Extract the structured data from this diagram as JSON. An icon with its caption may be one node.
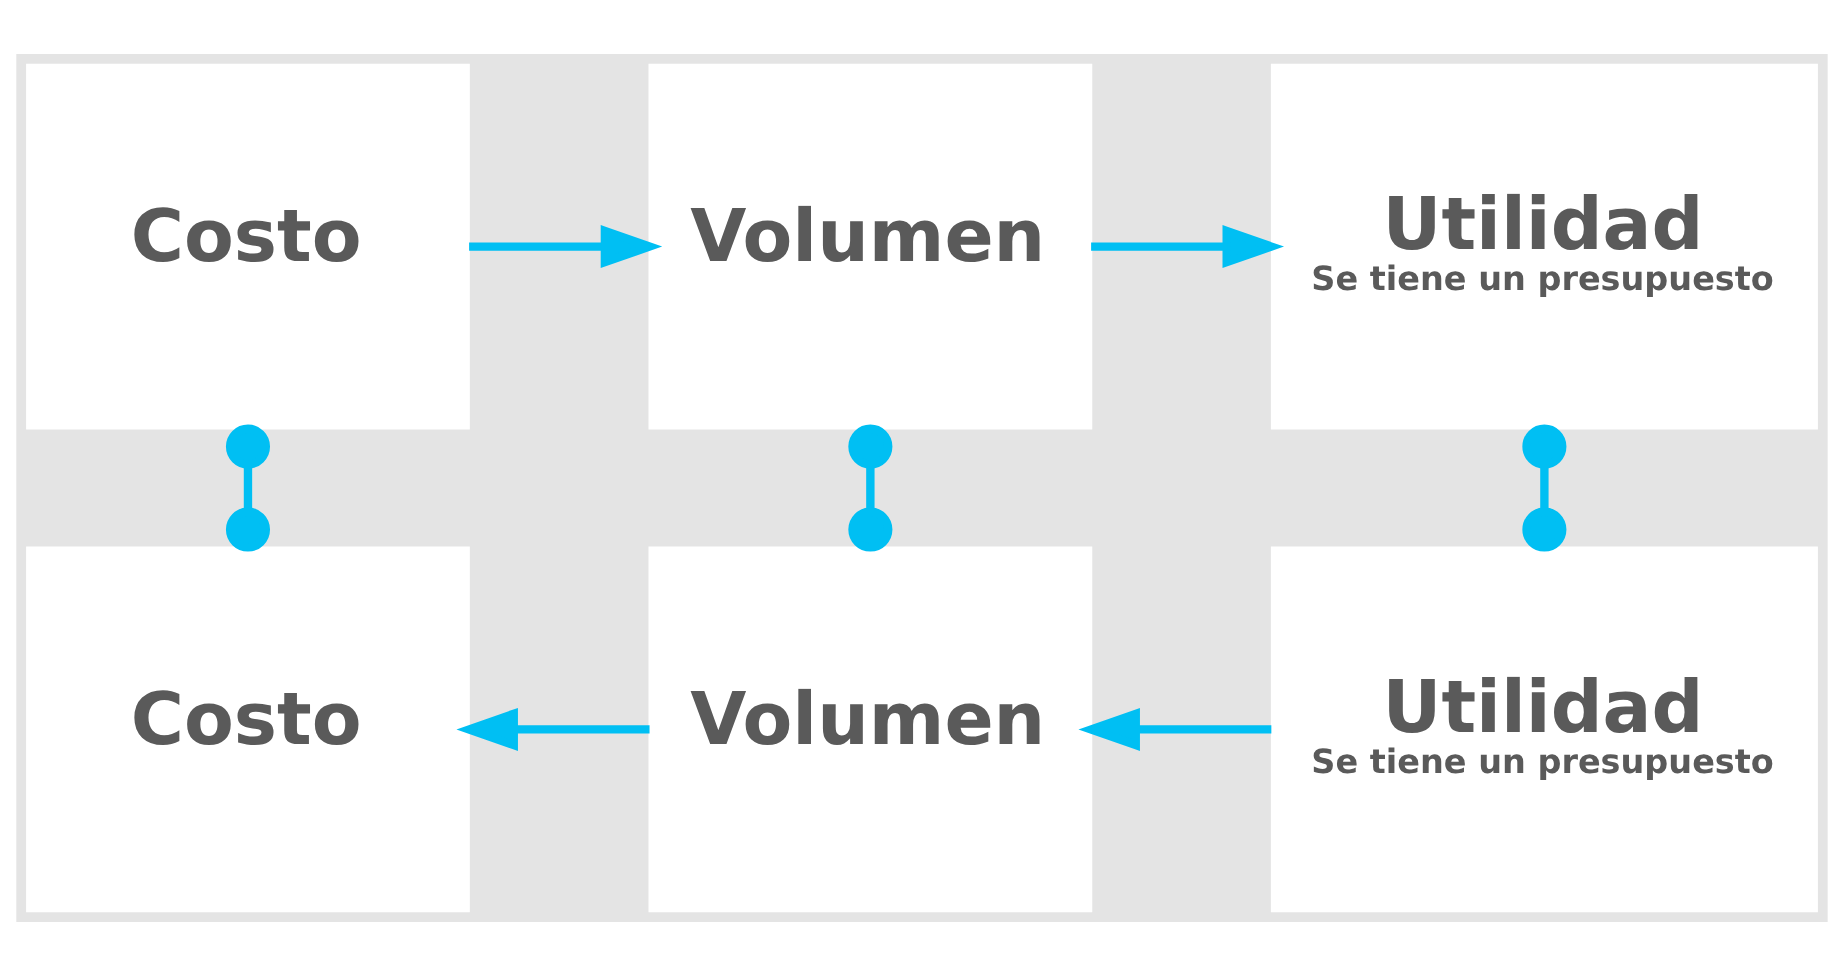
{
  "diagram": {
    "nodes": [
      {
        "text": [
          "Costo"
        ]
      },
      {
        "text": [
          "Volumen"
        ]
      },
      {
        "text": [
          "Utilidad",
          "Se tiene un presupuesto"
        ]
      },
      {
        "text": [
          "Costo"
        ]
      },
      {
        "text": [
          "Volumen"
        ]
      },
      {
        "text": [
          "Utilidad",
          "Se tiene un presupuesto"
        ]
      }
    ],
    "edges": [
      {
        "from": 0,
        "to": 1,
        "arrow": "to",
        "color": "#00bff3"
      },
      {
        "from": 1,
        "to": 2,
        "arrow": "to",
        "color": "#00bff3"
      },
      {
        "from": 0,
        "to": 3,
        "arrow": "other",
        "color": "#00bff3"
      },
      {
        "from": 1,
        "to": 4,
        "arrow": "other",
        "color": "#00bff3"
      },
      {
        "from": 2,
        "to": 5,
        "arrow": "other",
        "color": "#00bff3"
      },
      {
        "from": 5,
        "to": 4,
        "arrow": "to",
        "color": "#00bff3"
      },
      {
        "from": 4,
        "to": 3,
        "arrow": "to",
        "color": "#00bff3"
      }
    ]
  }
}
